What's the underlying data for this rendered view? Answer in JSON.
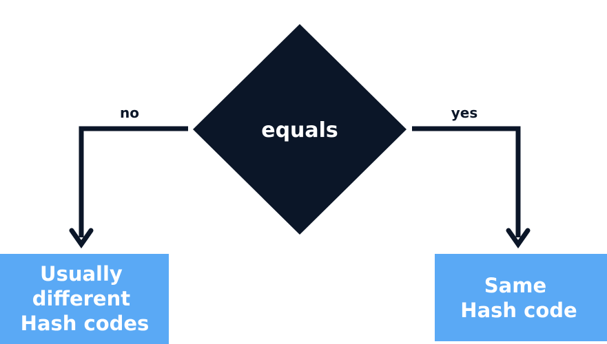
{
  "decision": {
    "label": "equals"
  },
  "branches": {
    "no": {
      "label": "no"
    },
    "yes": {
      "label": "yes"
    }
  },
  "outcomes": {
    "left": {
      "lines": [
        "Usually",
        "different",
        "Hash codes"
      ]
    },
    "right": {
      "lines": [
        "Same",
        "Hash code"
      ]
    }
  },
  "colors": {
    "diamond": "#0b1628",
    "line": "#0b1628",
    "box": "#5aa9f5",
    "box_text": "#ffffff",
    "diamond_text": "#ffffff",
    "branch_text": "#0b1628"
  }
}
